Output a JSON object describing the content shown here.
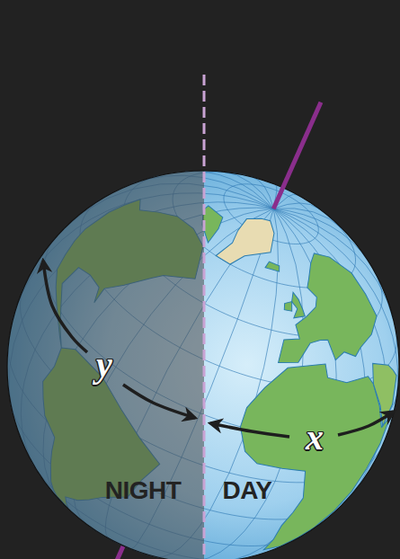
{
  "diagram": {
    "labels": [
      "y",
      "x",
      "NIGHT",
      "DAY"
    ]
  }
}
